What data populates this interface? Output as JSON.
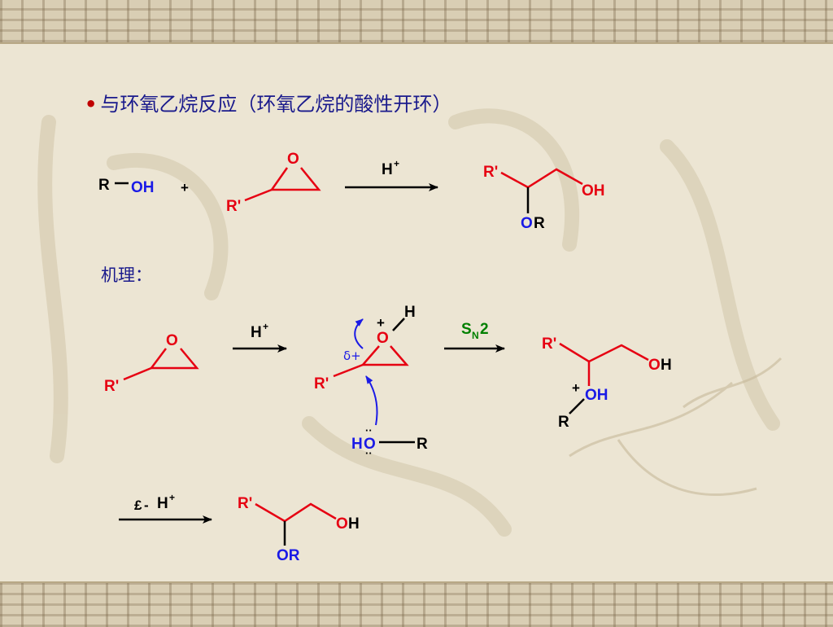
{
  "heading": {
    "bullet": "•",
    "text": "与环氧乙烷反应（环氧乙烷的酸性开环）"
  },
  "mechanism_label": "机理：",
  "colors": {
    "red": "#e60012",
    "blue": "#1a1ae6",
    "green": "#008000",
    "black": "#000000",
    "heading": "#1a1a8c"
  },
  "reaction": {
    "alcohol": {
      "r": "R",
      "oh": "OH"
    },
    "plus": "+",
    "epoxide": {
      "o": "O",
      "r": "R'"
    },
    "reagent": {
      "h": "H",
      "charge": "+"
    },
    "product": {
      "r": "R'",
      "oh": "OH",
      "o": "O",
      "or_r": "R"
    }
  },
  "mechanism": {
    "step1": {
      "epoxide_o": "O",
      "epoxide_r": "R'",
      "reagent_h": "H",
      "charge": "+"
    },
    "protonated": {
      "o": "O",
      "h": "H",
      "plus": "+",
      "delta": "δ+",
      "r": "R'"
    },
    "nucleophile": {
      "h": "H",
      "o": "O",
      "dots": "··",
      "r": "R"
    },
    "step2": {
      "s": "S",
      "n": "N",
      "two": "2"
    },
    "intermediate": {
      "r": "R'",
      "o": "O",
      "h": "H",
      "plus": "+",
      "oh": "OH",
      "r2": "R"
    },
    "step3": {
      "minus": "-",
      "sym": "£",
      "h": "H",
      "charge": "+"
    },
    "final": {
      "r": "R'",
      "o": "O",
      "h": "H",
      "or": "OR"
    }
  }
}
